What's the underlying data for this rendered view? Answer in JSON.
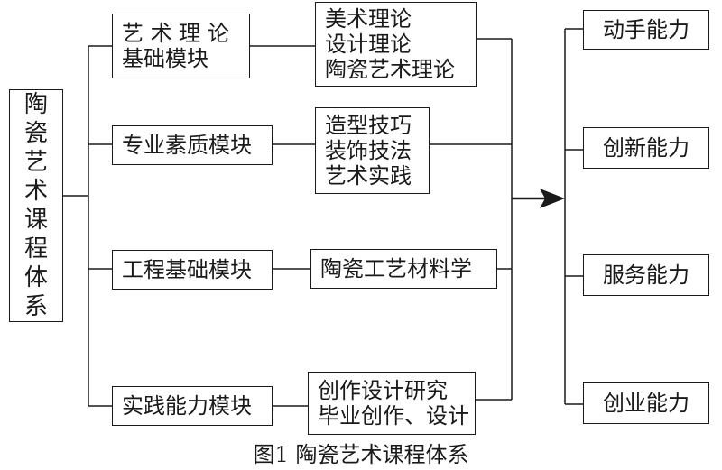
{
  "root_chars": [
    "陶",
    "瓷",
    "艺",
    "术",
    "课",
    "程",
    "体",
    "系"
  ],
  "modules": [
    {
      "lines": [
        "艺 术 理 论",
        "基础模块"
      ]
    },
    {
      "lines": [
        "专业素质模块"
      ]
    },
    {
      "lines": [
        "工程基础模块"
      ]
    },
    {
      "lines": [
        "实践能力模块"
      ]
    }
  ],
  "contents": [
    {
      "lines": [
        "美术理论",
        "设计理论",
        "陶瓷艺术理论"
      ]
    },
    {
      "lines": [
        "造型技巧",
        "装饰技法",
        "艺术实践"
      ]
    },
    {
      "lines": [
        "陶瓷工艺材料学"
      ]
    },
    {
      "lines": [
        "创作设计研究",
        "毕业创作、设计"
      ]
    }
  ],
  "abilities": [
    "动手能力",
    "创新能力",
    "服务能力",
    "创业能力"
  ],
  "caption": "图1  陶瓷艺术课程体系"
}
